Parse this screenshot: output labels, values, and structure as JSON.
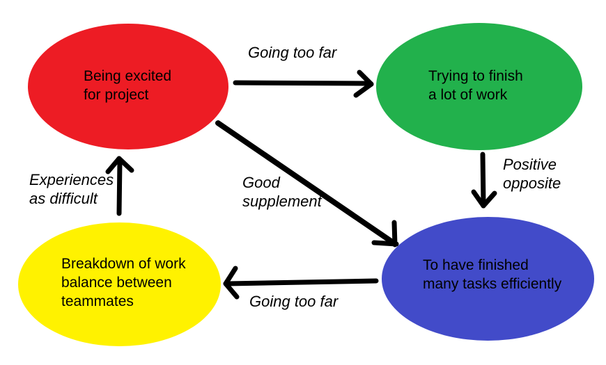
{
  "diagram": {
    "title": "Project motivation value-square diagram",
    "background": "#ffffff"
  },
  "colors": {
    "red": "#ED1C24",
    "green": "#22B14C",
    "blue": "#424BC9",
    "yellow": "#FFF200",
    "arrow": "#000000",
    "text": "#000000"
  },
  "nodes": [
    {
      "id": "excited",
      "color": "red",
      "lines": [
        "Being excited",
        "for project"
      ]
    },
    {
      "id": "trying",
      "color": "green",
      "lines": [
        "Trying to finish",
        "a lot of work"
      ]
    },
    {
      "id": "finished",
      "color": "blue",
      "lines": [
        "To have finished",
        "many tasks efficiently"
      ]
    },
    {
      "id": "breakdown",
      "color": "yellow",
      "lines": [
        "Breakdown of work",
        "balance between",
        "teammates"
      ]
    }
  ],
  "edges": [
    {
      "id": "excited-to-trying",
      "from": "excited",
      "to": "trying",
      "lines": [
        "Going too far"
      ]
    },
    {
      "id": "trying-to-finished",
      "from": "trying",
      "to": "finished",
      "lines": [
        "Positive",
        "opposite"
      ]
    },
    {
      "id": "excited-to-finished",
      "from": "excited",
      "to": "finished",
      "lines": [
        "Good",
        "supplement"
      ]
    },
    {
      "id": "finished-to-breakdown",
      "from": "finished",
      "to": "breakdown",
      "lines": [
        "Going too far"
      ]
    },
    {
      "id": "breakdown-to-excited",
      "from": "breakdown",
      "to": "excited",
      "lines": [
        "Experiences",
        "as difficult"
      ]
    }
  ]
}
